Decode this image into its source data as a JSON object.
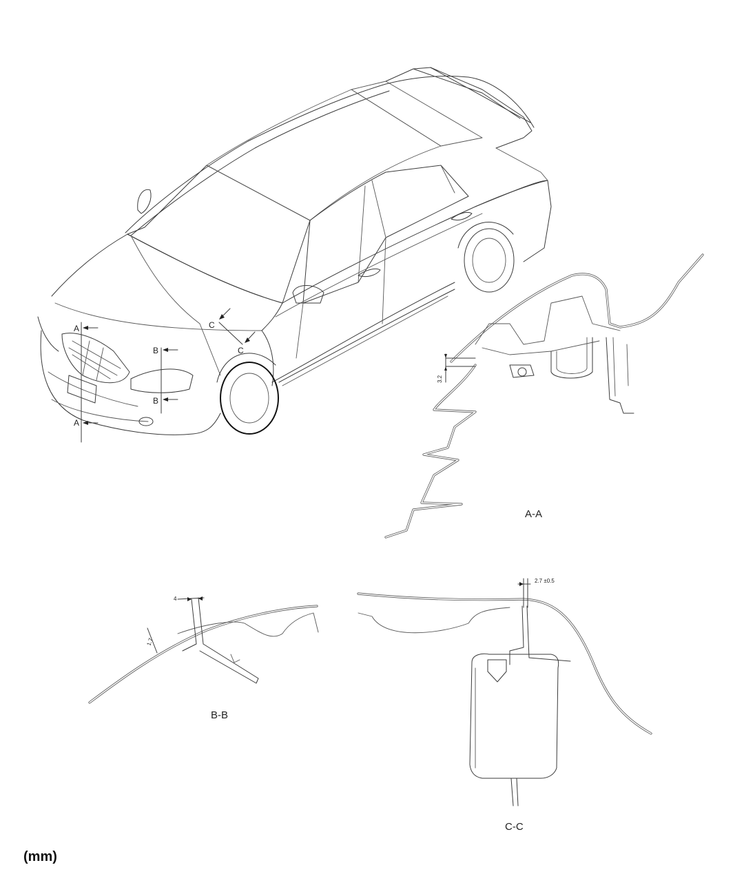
{
  "section_markers": {
    "a_top": "A",
    "a_bottom": "A",
    "b_top": "B",
    "b_bottom": "B",
    "c_left": "C",
    "c_right": "C"
  },
  "sections": {
    "aa_title": "A-A",
    "bb_title": "B-B",
    "cc_title": "C-C"
  },
  "dimensions": {
    "aa_gap": "3.2",
    "bb_gap_top": "4",
    "bb_gap_side": "1.7",
    "cc_gap": "2.7 ±0.5"
  },
  "unit_label": "(mm)"
}
